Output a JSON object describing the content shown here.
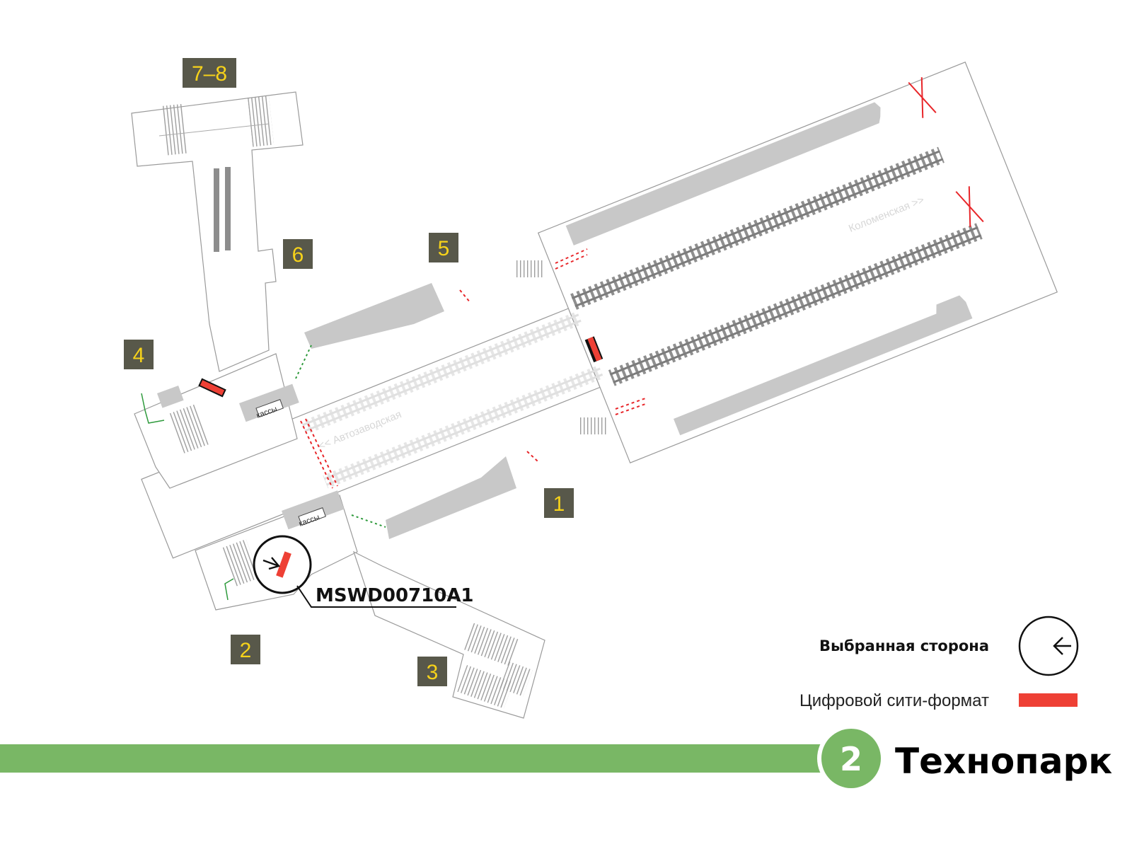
{
  "station": {
    "name": "Технопарк",
    "line_number": "2",
    "line_color": "#79b765"
  },
  "exits": {
    "e1": "1",
    "e2": "2",
    "e3": "3",
    "e4": "4",
    "e5": "5",
    "e6": "6",
    "e78": "7–8"
  },
  "directions": {
    "right": "Коломенская >>",
    "left": "<< Автозаводская"
  },
  "ticket_offices": {
    "upper": "кассы",
    "lower": "кассы"
  },
  "selected_placement": {
    "code": "MSWD00710A1"
  },
  "legend": {
    "selected_side": "Выбранная сторона",
    "digital_city_format": "Цифровой сити-формат"
  },
  "colors": {
    "ad_panel": "#ee4035",
    "exit_box": "#58584a",
    "exit_number": "#f6d21a",
    "entry_marks": "#2e9a3c",
    "exit_marks": "#e8262a"
  },
  "icons": {
    "selected_marker": "arrow-in-circle-icon",
    "legend_side": "arrow-left-circle-icon"
  }
}
